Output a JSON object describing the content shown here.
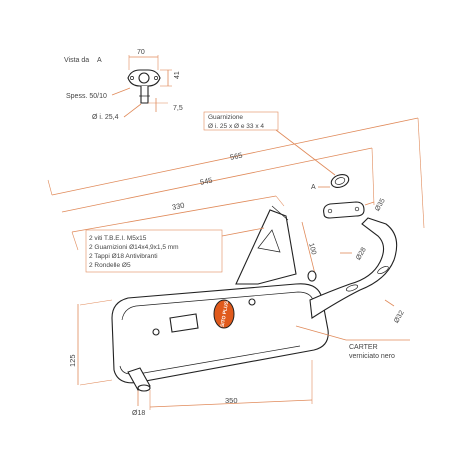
{
  "view": {
    "label": "Vista da",
    "letter": "A",
    "dim_width": "70",
    "dim_height": "41",
    "thickness": "Spess. 50/10",
    "inner_dia": "Ø i. 25,4",
    "flange_offset": "7,5"
  },
  "gasket": {
    "title": "Guarnizione",
    "spec": "Ø i. 25 x Ø e 33 x 4",
    "letter": "A"
  },
  "dimensions": {
    "overall": "565",
    "header": "545",
    "mid": "330",
    "body_length": "350",
    "height": "125",
    "bracket": "100",
    "outlet": "Ø18",
    "pipe_mid": "Ø28",
    "pipe_end": "Ø32",
    "collector": "Ø35",
    "small": "35"
  },
  "kit": {
    "lines": [
      "2 viti T.B.E.I. M5x15",
      "2 Guarnizioni Ø14x4,9x1,5 mm",
      "2 Tappi Ø18 Antivibranti",
      "2 Rondelle Ø5"
    ]
  },
  "finish": {
    "title": "CARTER",
    "subtitle": "verniciato nero"
  },
  "logo": {
    "text": "SITO PLUS"
  },
  "colors": {
    "dimension": "#e08a5a",
    "line": "#222222",
    "logo_red": "#e05a1c"
  }
}
